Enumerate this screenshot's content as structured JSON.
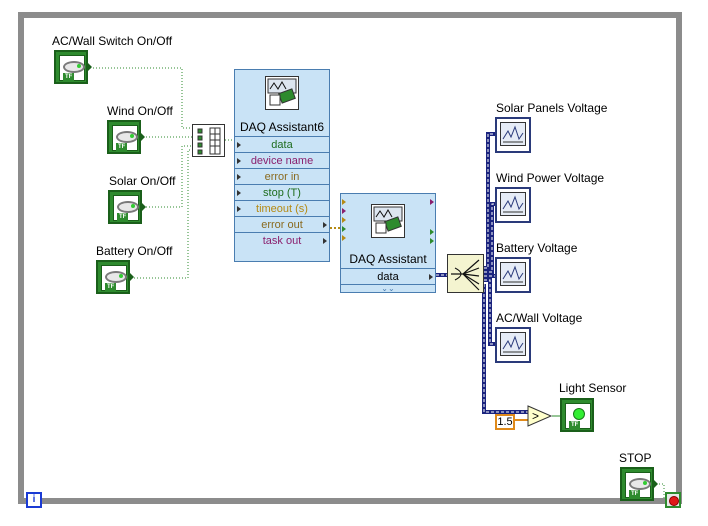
{
  "controls": {
    "ac_wall_switch": "AC/Wall Switch On/Off",
    "wind": "Wind On/Off",
    "solar": "Solar On/Off",
    "battery": "Battery On/Off",
    "stop": "STOP",
    "tf_tag": "TF"
  },
  "daq6": {
    "title": "DAQ Assistant6",
    "terminals": [
      "data",
      "device name",
      "error in",
      "stop (T)",
      "timeout (s)",
      "error out",
      "task out"
    ]
  },
  "daq": {
    "title": "DAQ Assistant",
    "terminal": "data",
    "expand": "⌄⌄"
  },
  "indicators": {
    "solar_panels": "Solar Panels Voltage",
    "wind_power": "Wind Power Voltage",
    "battery": "Battery Voltage",
    "ac_wall": "AC/Wall Voltage",
    "light_sensor": "Light Sensor"
  },
  "comparison": {
    "constant": "1.5",
    "operator": ">"
  },
  "loop": {
    "iteration_label": "i"
  },
  "colors": {
    "boolean_wire": "#2e8b2e",
    "dynamic_wire": "#1a237e",
    "loop_border": "#8c8c8c",
    "express_vi_bg": "#c9e3f6"
  }
}
